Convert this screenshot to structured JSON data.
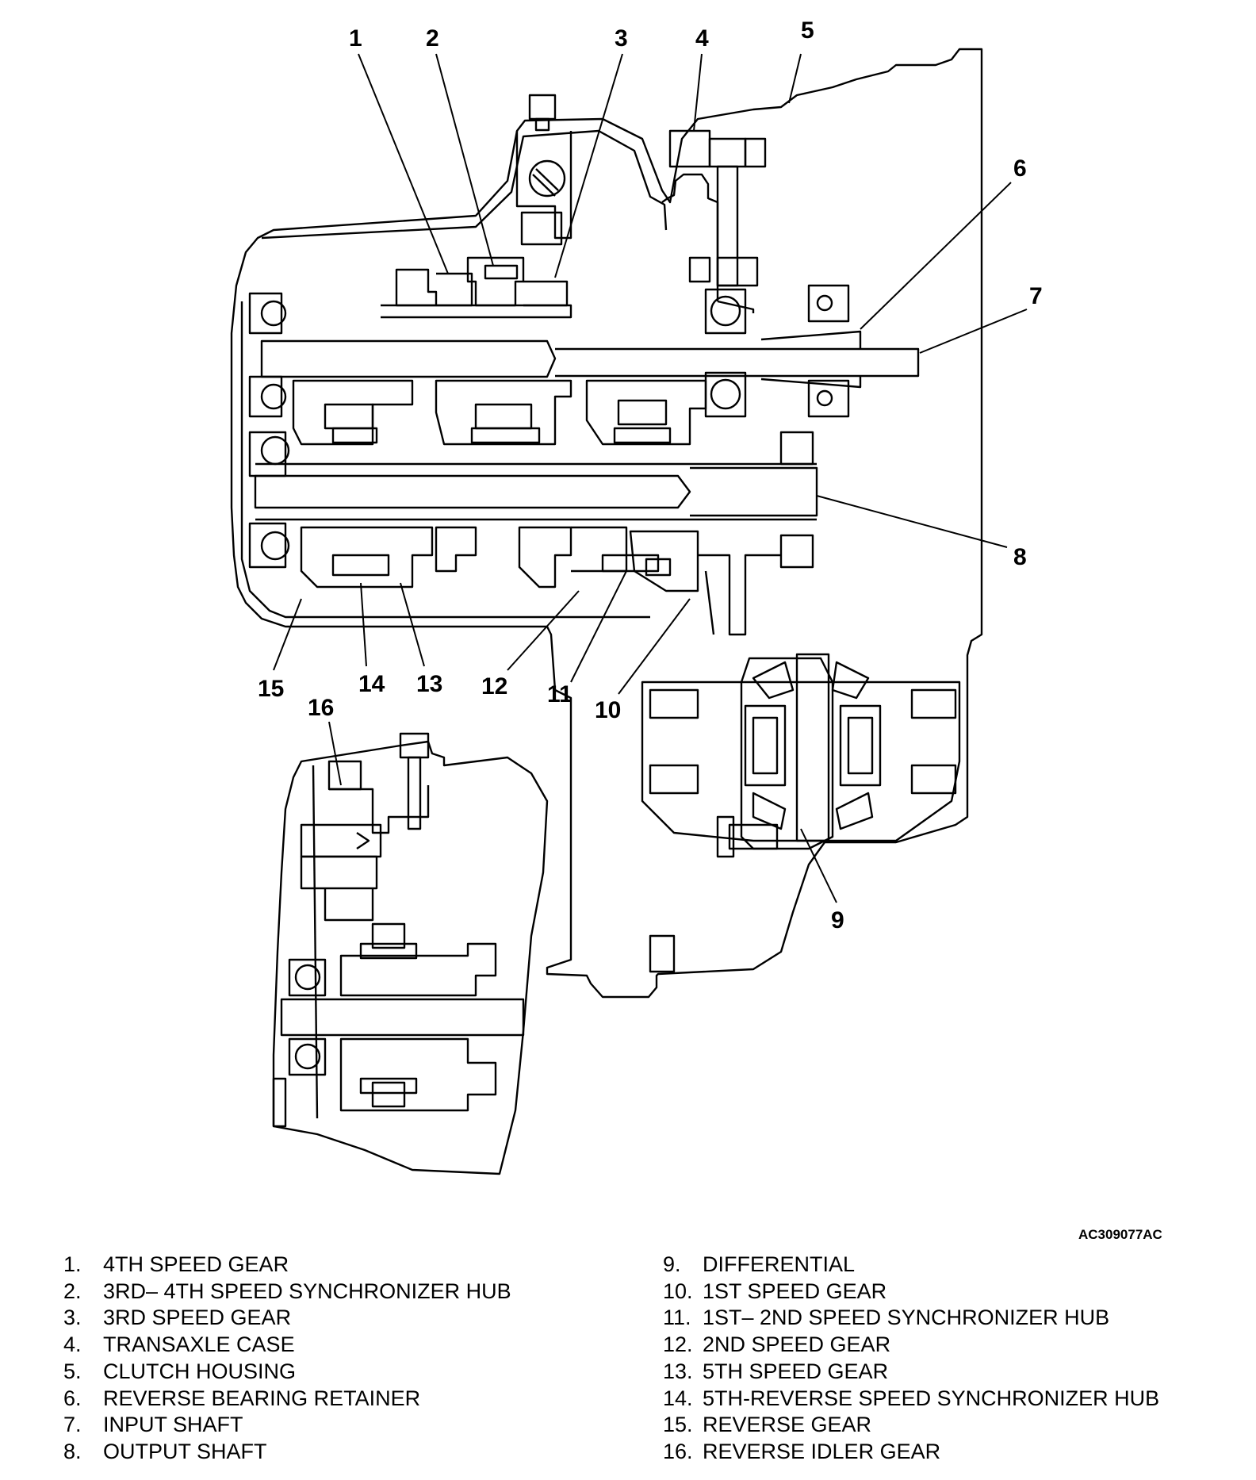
{
  "figure_code": "AC309077AC",
  "callouts": [
    {
      "num": "1"
    },
    {
      "num": "2"
    },
    {
      "num": "3"
    },
    {
      "num": "4"
    },
    {
      "num": "5"
    },
    {
      "num": "6"
    },
    {
      "num": "7"
    },
    {
      "num": "8"
    },
    {
      "num": "9"
    },
    {
      "num": "10"
    },
    {
      "num": "11"
    },
    {
      "num": "12"
    },
    {
      "num": "13"
    },
    {
      "num": "14"
    },
    {
      "num": "15"
    },
    {
      "num": "16"
    }
  ],
  "legend": {
    "left": [
      {
        "num": "1.",
        "label": "4TH SPEED GEAR"
      },
      {
        "num": "2.",
        "label": "3RD– 4TH SPEED SYNCHRONIZER HUB"
      },
      {
        "num": "3.",
        "label": "3RD SPEED GEAR"
      },
      {
        "num": "4.",
        "label": "TRANSAXLE CASE"
      },
      {
        "num": "5.",
        "label": "CLUTCH HOUSING"
      },
      {
        "num": "6.",
        "label": "REVERSE BEARING RETAINER"
      },
      {
        "num": "7.",
        "label": "INPUT SHAFT"
      },
      {
        "num": "8.",
        "label": "OUTPUT SHAFT"
      }
    ],
    "right": [
      {
        "num": "9.",
        "label": "DIFFERENTIAL"
      },
      {
        "num": "10.",
        "label": "1ST SPEED GEAR"
      },
      {
        "num": "11.",
        "label": "1ST– 2ND SPEED SYNCHRONIZER HUB"
      },
      {
        "num": "12.",
        "label": "2ND SPEED GEAR"
      },
      {
        "num": "13.",
        "label": "5TH SPEED GEAR"
      },
      {
        "num": "14.",
        "label": "5TH-REVERSE SPEED SYNCHRONIZER HUB"
      },
      {
        "num": "15.",
        "label": "REVERSE GEAR"
      },
      {
        "num": "16.",
        "label": "REVERSE IDLER GEAR"
      }
    ]
  }
}
